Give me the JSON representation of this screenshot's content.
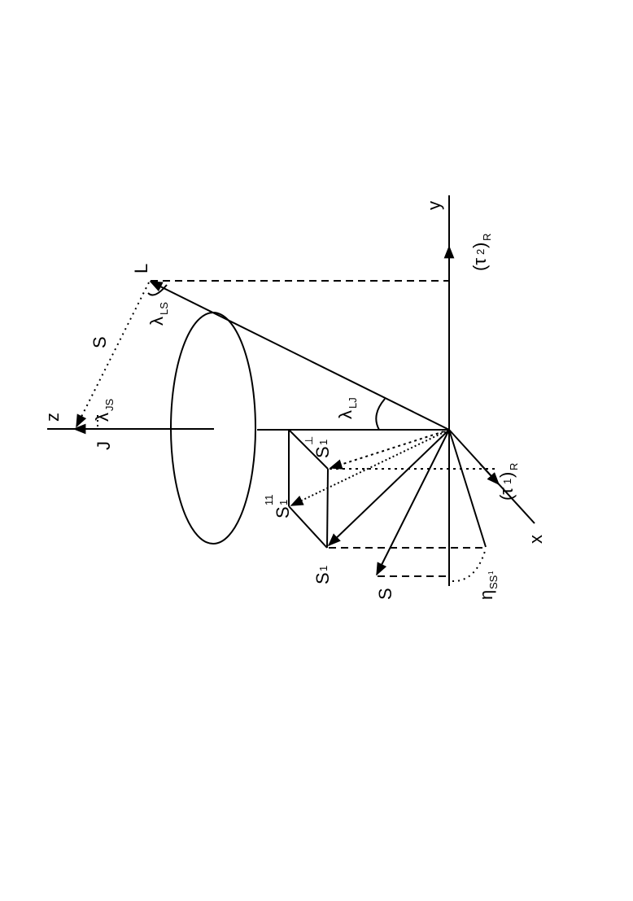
{
  "diagram": {
    "type": "vector-geometry",
    "orientation": "rotated 90deg counter-clockwise",
    "colors": {
      "stroke": "#000000",
      "background": "#ffffff"
    },
    "axes": {
      "x": "x",
      "y": "y",
      "z": "z"
    },
    "points": {
      "J": "J",
      "L": "L"
    },
    "vectors": {
      "S_top": "S",
      "S_bottom": "S",
      "S1": "S",
      "S1_sub": "1",
      "S1_par": "S",
      "S1_par_sup": "11",
      "S1_par_sub": "1",
      "S1_perp": "S",
      "S1_perp_sup": "⊥",
      "S1_perp_sub": "1"
    },
    "unit_vectors": {
      "tau1": "(τ",
      "tau1_sub": "1",
      "tau1_close": ")",
      "tau1_R": "R",
      "tau2": "(τ",
      "tau2_sub": "2",
      "tau2_close": ")",
      "tau2_R": "R"
    },
    "angles": {
      "lambda_LS": "λ",
      "lambda_LS_sub": "LS",
      "lambda_JS": "λ",
      "lambda_JS_sub": "JS",
      "lambda_LJ": "λ",
      "lambda_LJ_sub": "LJ",
      "eta": "η",
      "eta_sub": "SS",
      "eta_sub2": "1"
    }
  }
}
